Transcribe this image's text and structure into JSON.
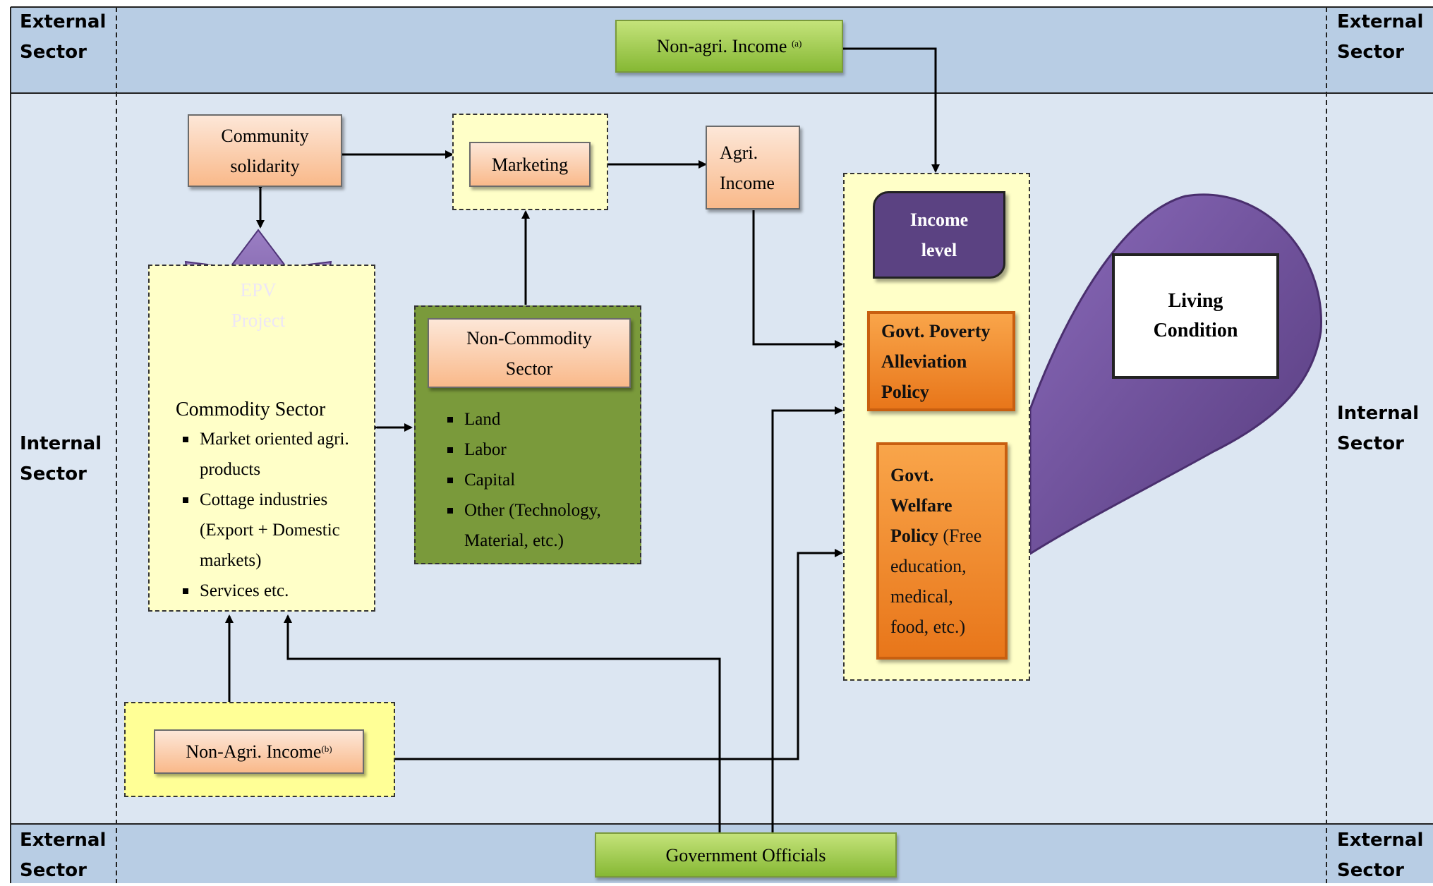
{
  "sectors": {
    "external_top_left": [
      "External",
      "Sector"
    ],
    "external_top_right": [
      "External",
      "Sector"
    ],
    "internal_left": [
      "Internal",
      "Sector"
    ],
    "internal_right": [
      "Internal",
      "Sector"
    ],
    "external_bottom_left": [
      "External",
      "Sector"
    ],
    "external_bottom_right": [
      "External",
      "Sector"
    ]
  },
  "nodes": {
    "non_agri_income_a": {
      "text": "Non-agri. Income",
      "sup": "(a)"
    },
    "community_solidarity": [
      "Community",
      "solidarity"
    ],
    "marketing": "Marketing",
    "agri_income": [
      "Agri.",
      "Income"
    ],
    "epv_project": [
      "EPV",
      "Project"
    ],
    "commodity_sector": {
      "title": "Commodity Sector",
      "items": [
        "Market oriented agri. products",
        "Cottage industries (Export + Domestic markets)",
        "Services etc."
      ]
    },
    "non_commodity_sector": {
      "title": [
        "Non-Commodity",
        "Sector"
      ],
      "items": [
        "Land",
        "Labor",
        "Capital",
        "Other (Technology, Material, etc.)"
      ]
    },
    "income_level": [
      "Income",
      "level"
    ],
    "govt_poverty_alleviation_policy": [
      "Govt.  Poverty",
      "Alleviation",
      "Policy"
    ],
    "govt_welfare_policy": {
      "bold_lines": [
        "Govt.",
        "Welfare",
        "Policy"
      ],
      "rest": [
        "(Free",
        "education,",
        "medical,",
        "food, etc.)"
      ]
    },
    "living_condition": [
      "Living",
      "Condition"
    ],
    "non_agri_income_b": {
      "text": "Non-Agri. Income",
      "sup": "(b)"
    },
    "government_officials": "Government Officials"
  },
  "colors": {
    "external_band": "#b8cde4",
    "internal_band": "#dce6f2",
    "salmon_box": "#f9b98a",
    "green_box": "#9bbb59",
    "olive_panel": "#7a9a3b",
    "yellow_panel": "#ffffc8",
    "orange_box": "#f0862a",
    "purple": "#6b4e8e"
  }
}
